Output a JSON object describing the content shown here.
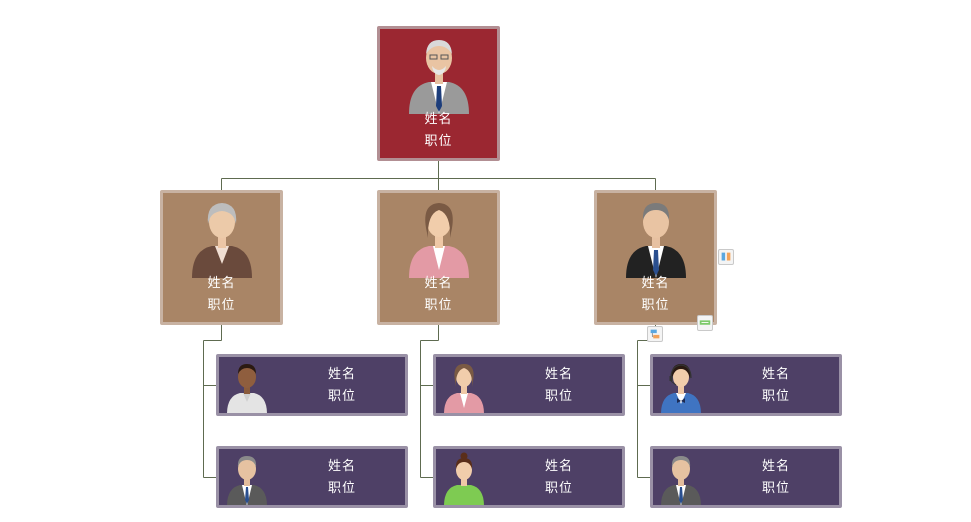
{
  "chart": {
    "root": {
      "name": "姓名",
      "title": "职位",
      "avatar": "elderly-man-avatar-icon"
    },
    "level1": [
      {
        "name": "姓名",
        "title": "职位",
        "avatar": "elderly-woman-avatar-icon",
        "children": [
          {
            "name": "姓名",
            "title": "职位",
            "avatar": "man-white-shirt-avatar-icon"
          },
          {
            "name": "姓名",
            "title": "职位",
            "avatar": "man-suit-avatar-icon"
          }
        ]
      },
      {
        "name": "姓名",
        "title": "职位",
        "avatar": "woman-pink-avatar-icon",
        "children": [
          {
            "name": "姓名",
            "title": "职位",
            "avatar": "woman-pink-avatar-icon"
          },
          {
            "name": "姓名",
            "title": "职位",
            "avatar": "woman-green-avatar-icon"
          }
        ]
      },
      {
        "name": "姓名",
        "title": "职位",
        "avatar": "man-black-suit-avatar-icon",
        "children": [
          {
            "name": "姓名",
            "title": "职位",
            "avatar": "woman-blue-headset-avatar-icon"
          },
          {
            "name": "姓名",
            "title": "职位",
            "avatar": "man-suit-avatar-icon"
          }
        ]
      }
    ]
  },
  "toolbar_icons": [
    "layout-horizontal-icon",
    "add-subordinate-icon",
    "layout-vertical-icon"
  ]
}
